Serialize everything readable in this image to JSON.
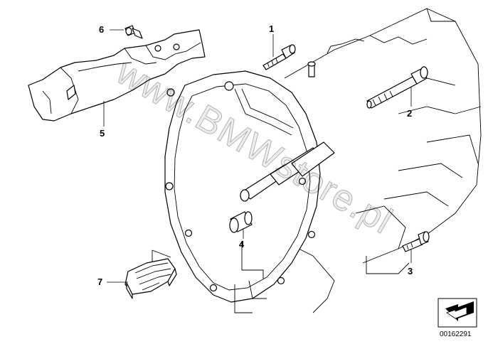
{
  "callouts": [
    {
      "id": "1",
      "label": "1"
    },
    {
      "id": "2",
      "label": "2"
    },
    {
      "id": "3",
      "label": "3"
    },
    {
      "id": "4",
      "label": "4"
    },
    {
      "id": "5",
      "label": "5"
    },
    {
      "id": "6",
      "label": "6"
    },
    {
      "id": "7",
      "label": "7"
    }
  ],
  "watermark": "www.BMWstore.pl",
  "diagram_id": "00162291",
  "icons": [
    "gearbox-illustration",
    "bolt-icon",
    "bushing-icon",
    "heat-shield-icon",
    "clip-icon",
    "direction-arrow-icon"
  ]
}
